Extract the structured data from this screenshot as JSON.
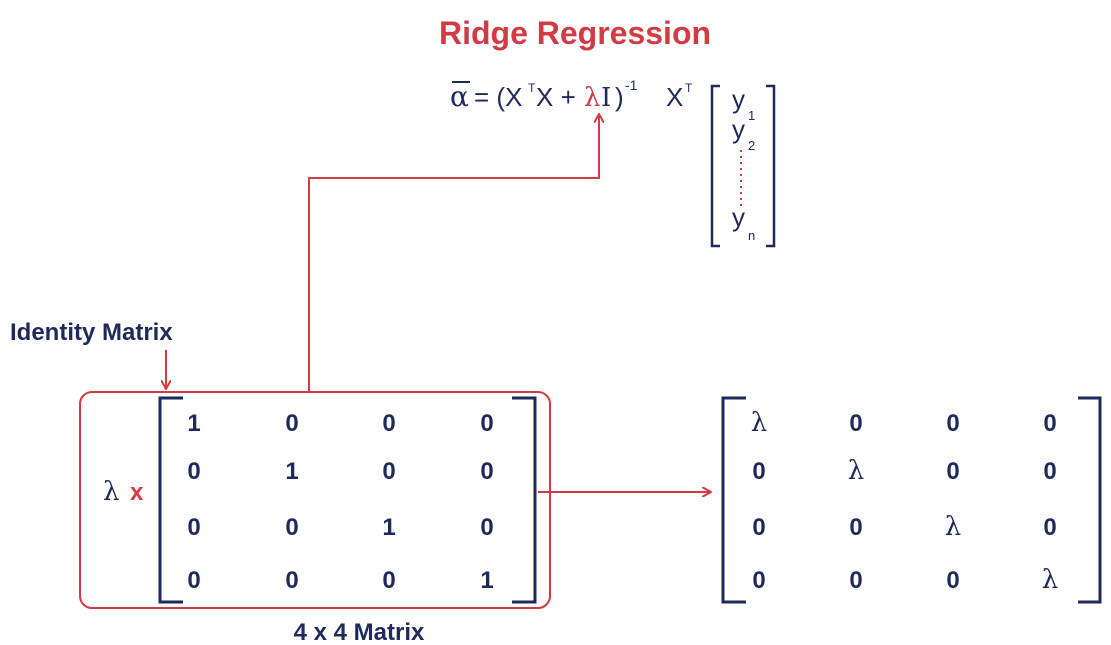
{
  "colors": {
    "navy": "#1f2a5c",
    "red": "#d23b43"
  },
  "title": "Ridge Regression",
  "formula": {
    "alpha_bar": "α",
    "eq_open": "= (X",
    "transpose": "T",
    "x_plus": "X +",
    "lambda": "λ",
    "identity": "I",
    "close_paren": ")",
    "inverse_exp": "-1",
    "xt_x": "X",
    "xt_t": "T"
  },
  "y_vector": {
    "y1": "y",
    "s1": "1",
    "y2": "y",
    "s2": "2",
    "yn": "y",
    "sn": "n"
  },
  "identity_label": "Identity Matrix",
  "scalar": {
    "lambda": "λ",
    "times": "x"
  },
  "identity_matrix": [
    [
      "1",
      "0",
      "0",
      "0"
    ],
    [
      "0",
      "1",
      "0",
      "0"
    ],
    [
      "0",
      "0",
      "1",
      "0"
    ],
    [
      "0",
      "0",
      "0",
      "1"
    ]
  ],
  "result_matrix": [
    [
      "λ",
      "0",
      "0",
      "0"
    ],
    [
      "0",
      "λ",
      "0",
      "0"
    ],
    [
      "0",
      "0",
      "λ",
      "0"
    ],
    [
      "0",
      "0",
      "0",
      "λ"
    ]
  ],
  "matrix_caption": "4 x 4 Matrix"
}
